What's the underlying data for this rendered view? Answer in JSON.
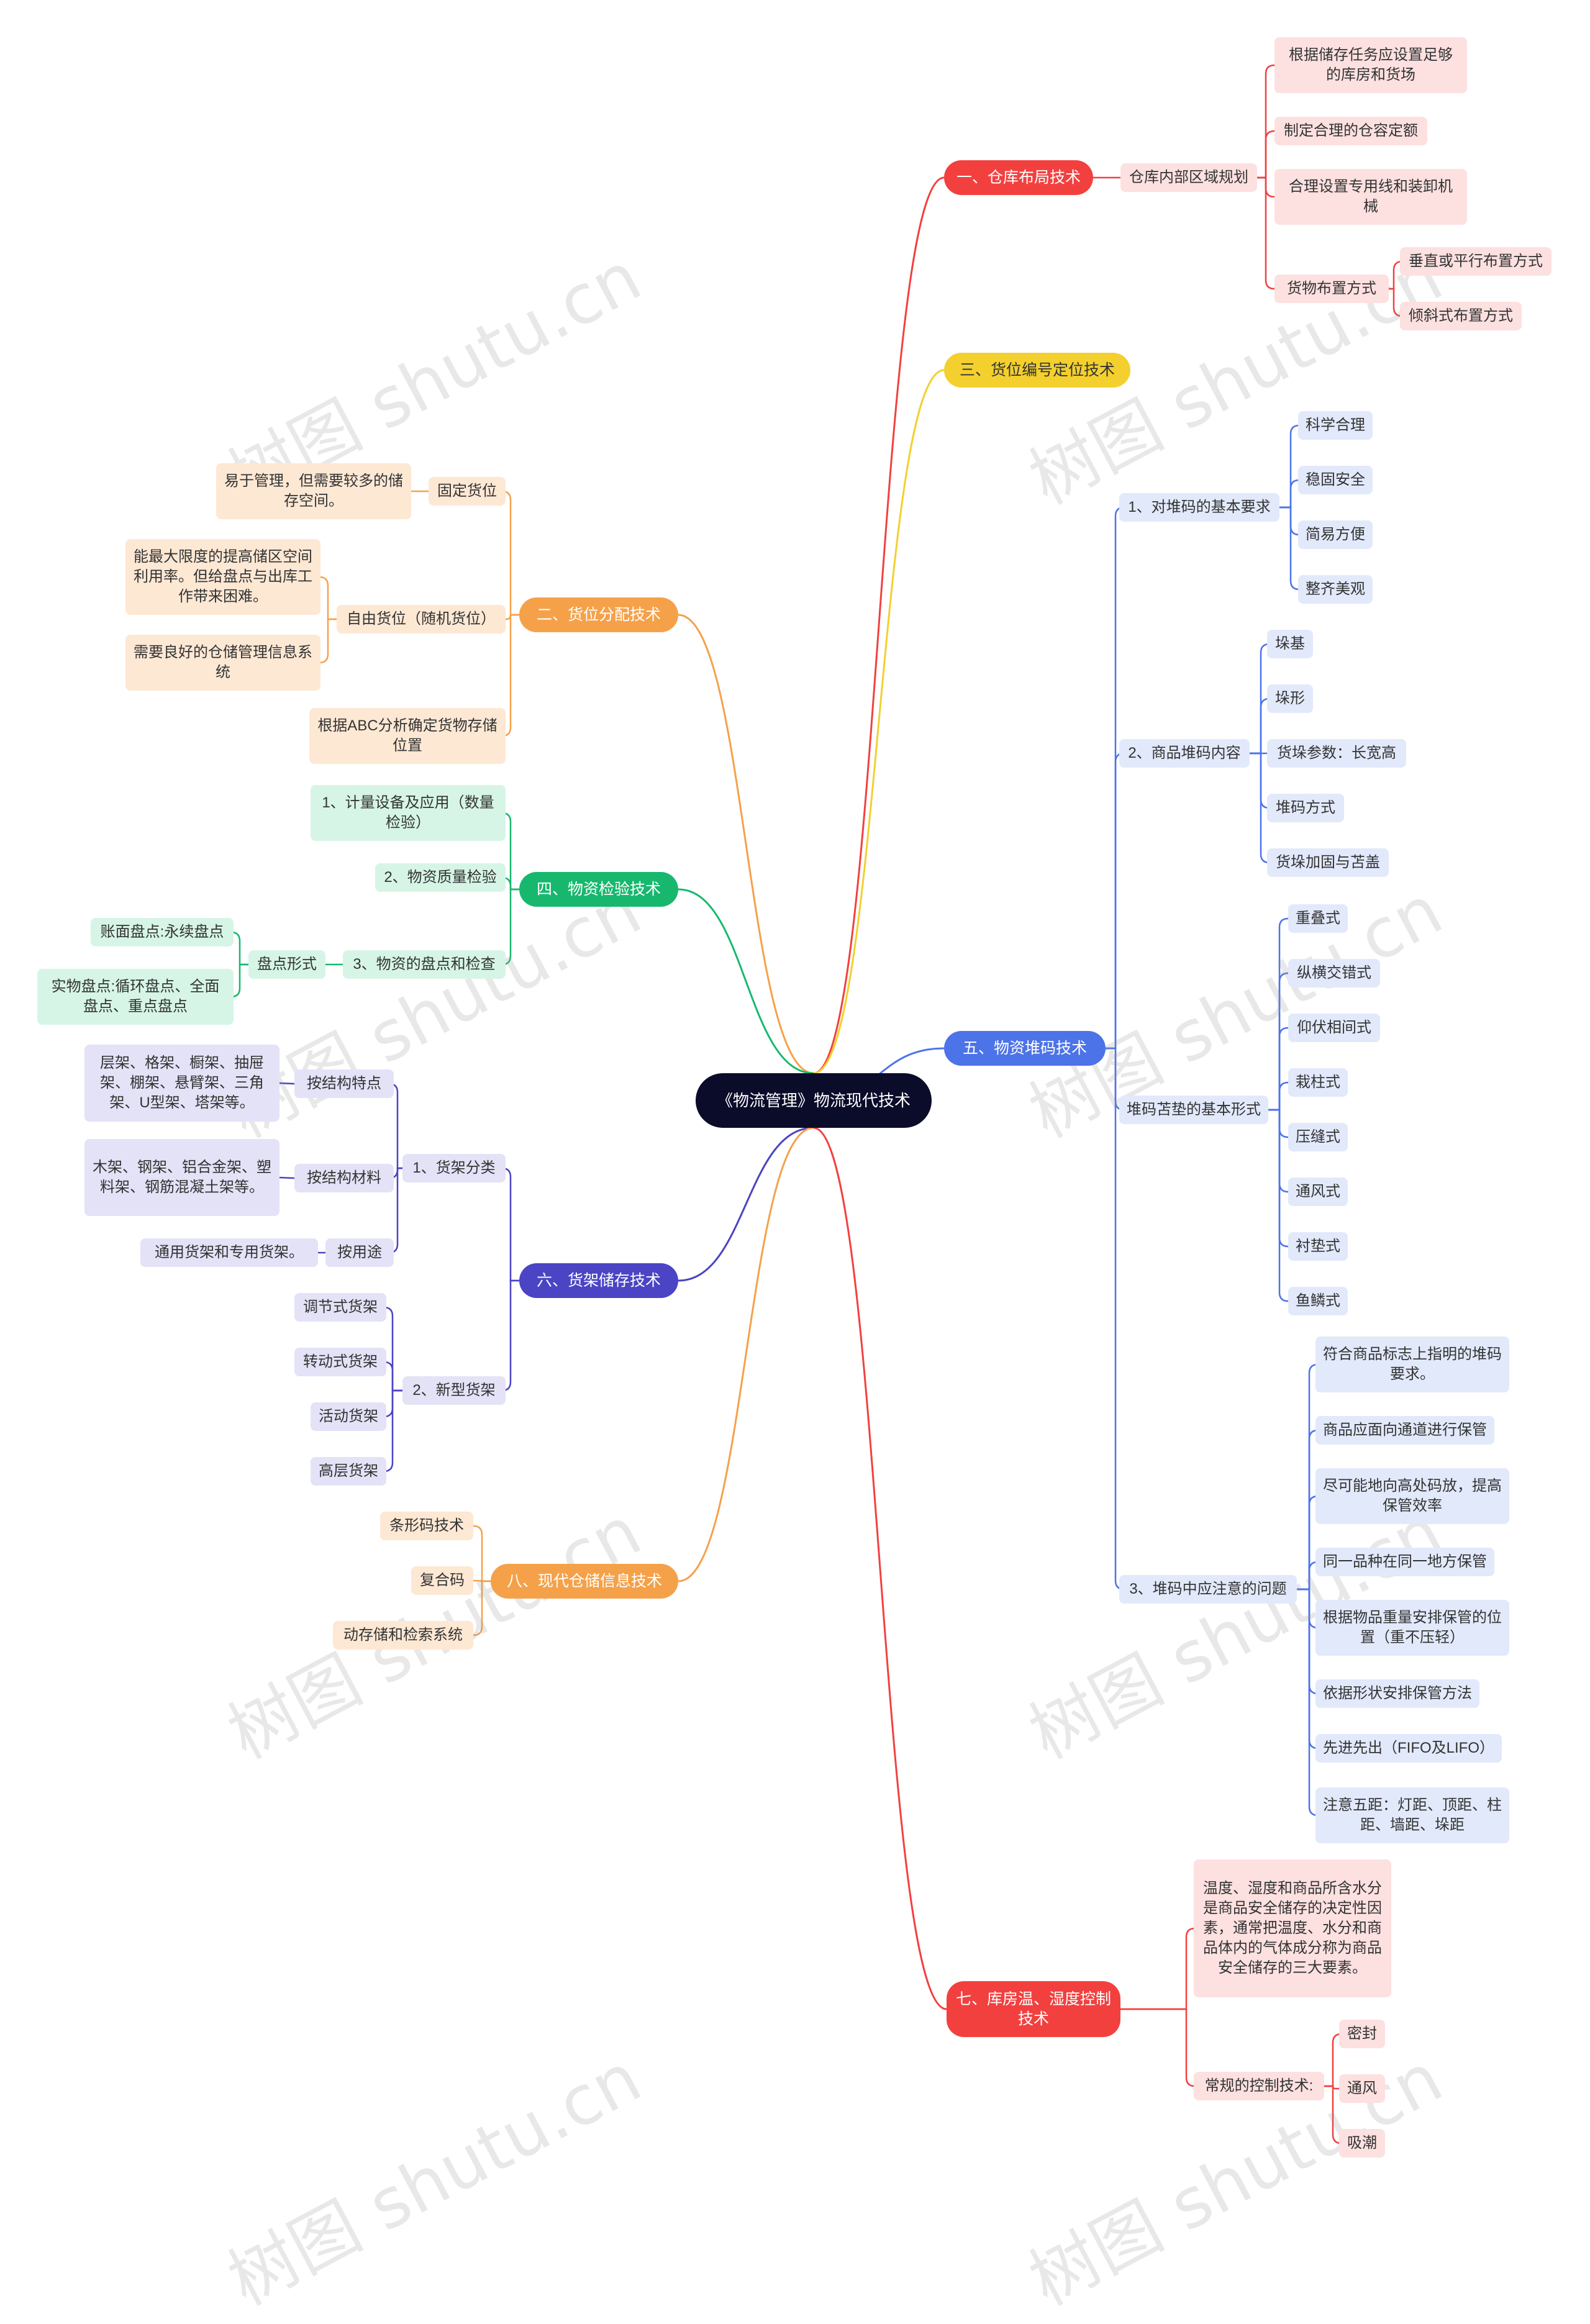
{
  "watermark": "树图 shutu.cn",
  "root": "《物流管理》物流现代技术",
  "colors": {
    "red": "#f2403f",
    "yellow": "#f3d02e",
    "orange": "#f5a14a",
    "green": "#17b86e",
    "indigo": "#4b44c4",
    "blue": "#4d73e8",
    "red_light": "#fde0e0",
    "orange_light": "#fde8d4",
    "green_light": "#d6f5e6",
    "indigo_light": "#e3e2f7",
    "blue_light": "#e2e9fb"
  },
  "branches": {
    "b1": {
      "label": "一、仓库布局技术",
      "children": {
        "area": {
          "label": "仓库内部区域规划",
          "items": [
            "根据储存任务应设置足够的库房和货场",
            "制定合理的仓容定额",
            "合理设置专用线和装卸机械"
          ],
          "placement": {
            "label": "货物布置方式",
            "items": [
              "垂直或平行布置方式",
              "倾斜式布置方式"
            ]
          }
        }
      }
    },
    "b3": {
      "label": "三、货位编号定位技术"
    },
    "b2": {
      "label": "二、货位分配技术",
      "fixed": {
        "label": "固定货位",
        "note": "易于管理，但需要较多的储存空间。"
      },
      "free": {
        "label": "自由货位（随机货位）",
        "notes": [
          "能最大限度的提高储区空间利用率。但给盘点与出库工作带来困难。",
          "需要良好的仓储管理信息系统"
        ]
      },
      "abc": "根据ABC分析确定货物存储位置"
    },
    "b4": {
      "label": "四、物资检验技术",
      "items": [
        "1、计量设备及应用（数量检验）",
        "2、物资质量检验",
        "3、物资的盘点和检查"
      ],
      "inventory": {
        "label": "盘点形式",
        "items": [
          "账面盘点:永续盘点",
          "实物盘点:循环盘点、全面盘点、重点盘点"
        ]
      }
    },
    "b6": {
      "label": "六、货架储存技术",
      "shelf": {
        "label": "1、货架分类",
        "structure": {
          "label": "按结构特点",
          "note": "层架、格架、橱架、抽屉架、棚架、悬臂架、三角架、U型架、塔架等。"
        },
        "material": {
          "label": "按结构材料",
          "note": "木架、钢架、铝合金架、塑料架、钢筋混凝土架等。"
        },
        "usage": {
          "label": "按用途",
          "note": "通用货架和专用货架。"
        }
      },
      "new": {
        "label": "2、新型货架",
        "items": [
          "调节式货架",
          "转动式货架",
          "活动货架",
          "高层货架"
        ]
      }
    },
    "b8": {
      "label": "八、现代仓储信息技术",
      "items": [
        "条形码技术",
        "复合码",
        "动存储和检索系统"
      ]
    },
    "b5": {
      "label": "五、物资堆码技术",
      "req": {
        "label": "1、对堆码的基本要求",
        "items": [
          "科学合理",
          "稳固安全",
          "简易方便",
          "整齐美观"
        ]
      },
      "content": {
        "label": "2、商品堆码内容",
        "items": [
          "垛基",
          "垛形",
          "货垛参数：长宽高",
          "堆码方式",
          "货垛加固与苫盖"
        ]
      },
      "forms": {
        "label": "堆码苫垫的基本形式",
        "items": [
          "重叠式",
          "纵横交错式",
          "仰伏相间式",
          "栽柱式",
          "压缝式",
          "通风式",
          "衬垫式",
          "鱼鳞式"
        ]
      },
      "notes": {
        "label": "3、堆码中应注意的问题",
        "items": [
          "符合商品标志上指明的堆码要求。",
          "商品应面向通道进行保管",
          "尽可能地向高处码放，提高保管效率",
          "同一品种在同一地方保管",
          "根据物品重量安排保管的位置（重不压轻）",
          "依据形状安排保管方法",
          "先进先出（FIFO及LIFO）",
          "注意五距：灯距、顶距、柱距、墙距、垛距"
        ]
      }
    },
    "b7": {
      "label": "七、库房温、湿度控制技术",
      "note": "温度、湿度和商品所含水分是商品安全储存的决定性因素，通常把温度、水分和商品体内的气体成分称为商品安全储存的三大要素。",
      "control": {
        "label": "常规的控制技术:",
        "items": [
          "密封",
          "通风",
          "吸潮"
        ]
      }
    }
  }
}
